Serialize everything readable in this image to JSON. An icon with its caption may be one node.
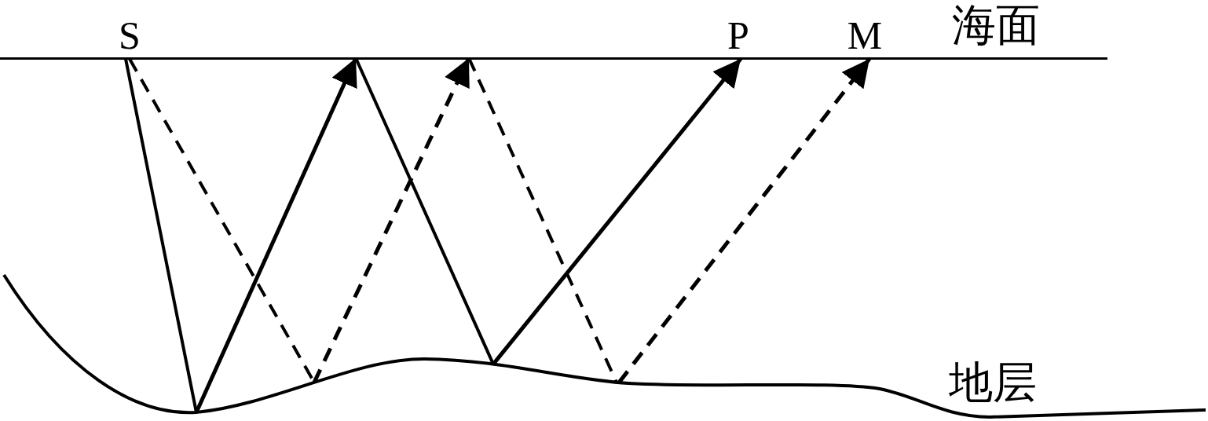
{
  "diagram": {
    "nodes": [
      {
        "text": [
          "S"
        ]
      },
      {
        "text": [
          "P"
        ]
      },
      {
        "text": [
          "M"
        ]
      },
      {
        "text": [
          "海面"
        ]
      },
      {
        "text": [
          "地层"
        ]
      }
    ],
    "edges": [
      {
        "from": 0,
        "to": 4,
        "arrow": "none"
      },
      {
        "from": 4,
        "to": 3,
        "arrow": "to"
      },
      {
        "from": 3,
        "to": 4,
        "arrow": "none"
      },
      {
        "from": 4,
        "to": 1,
        "arrow": "to"
      },
      {
        "from": 0,
        "to": 4,
        "arrow": "none",
        "style": "dashed"
      },
      {
        "from": 4,
        "to": 3,
        "arrow": "to",
        "style": "dashed"
      },
      {
        "from": 3,
        "to": 4,
        "arrow": "none",
        "style": "dashed"
      },
      {
        "from": 4,
        "to": 2,
        "arrow": "to",
        "style": "dashed"
      }
    ]
  }
}
